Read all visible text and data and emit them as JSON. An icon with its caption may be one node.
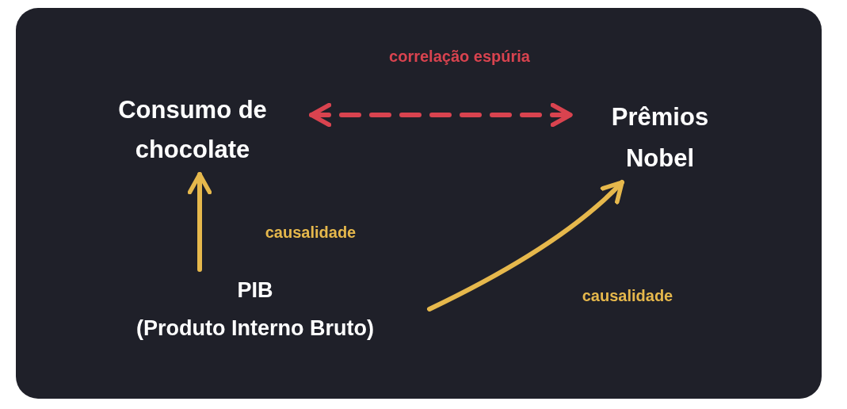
{
  "diagram": {
    "nodes": [
      {
        "text": [
          "Consumo de chocolate"
        ]
      },
      {
        "text": [
          "Prêmios Nobel"
        ]
      },
      {
        "text": [
          "PIB",
          "(Produto Interno Bruto)"
        ]
      }
    ],
    "edges": [
      {
        "from": 0,
        "to": 1,
        "arrow": "both",
        "label": "correlação espúria",
        "style": "dashed",
        "color": "#d9434f"
      },
      {
        "from": 2,
        "to": 0,
        "arrow": "to",
        "label": "causalidade"
      },
      {
        "from": 2,
        "to": 1,
        "arrow": "to",
        "label": "causalidade"
      }
    ]
  }
}
